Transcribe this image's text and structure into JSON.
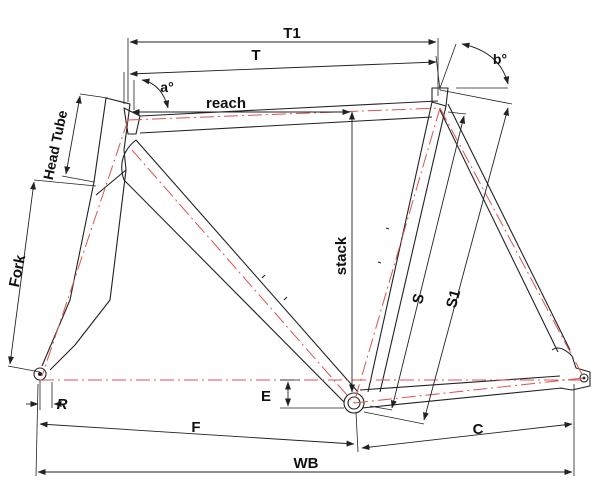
{
  "labels": {
    "t1": "T1",
    "t": "T",
    "b_angle": "b°",
    "a_angle": "a°",
    "reach": "reach",
    "head_tube": "Head Tube",
    "stack": "stack",
    "s": "S",
    "s1": "S1",
    "fork": "Fork",
    "e": "E",
    "r": "R",
    "f": "F",
    "c": "C",
    "wb": "WB"
  },
  "colors": {
    "centerline": "#d9534f",
    "outline": "#222222",
    "text": "#111111",
    "background": "#ffffff"
  }
}
